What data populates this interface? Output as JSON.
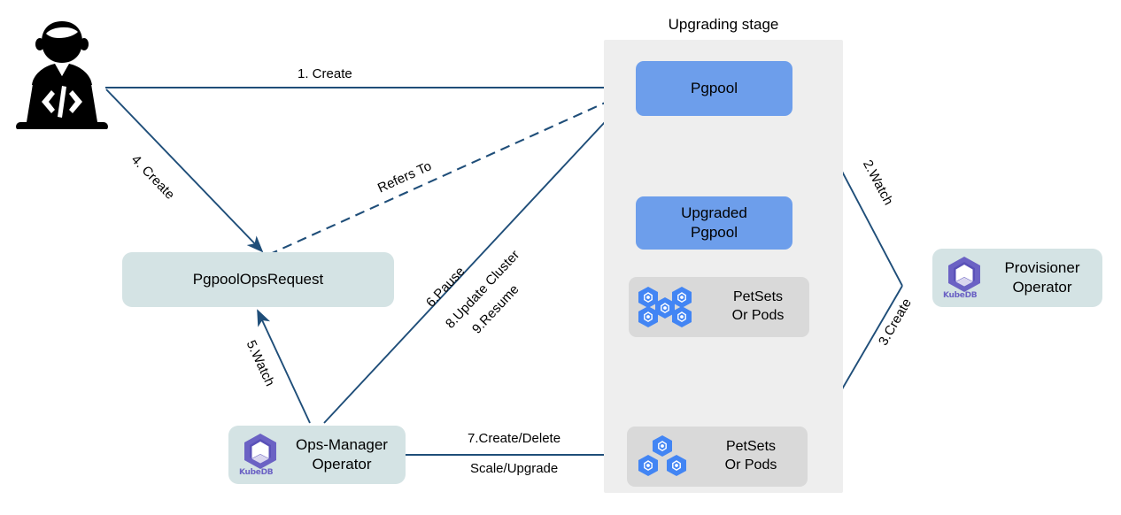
{
  "diagram": {
    "title_visible": false,
    "stage": {
      "label": "Upgrading stage",
      "bg_color": "#eeeeee"
    },
    "colors": {
      "blue_node": "#6d9eeb",
      "teal_node": "#d4e3e4",
      "pods_node": "#d9d9d9",
      "edge": "#1f4e79",
      "grey_arrow": "#666666",
      "kubedb_purple": "#6b62c4"
    },
    "nodes": [
      {
        "id": "developer",
        "label": "",
        "icon": "developer-laptop-icon",
        "type": "icon"
      },
      {
        "id": "pgpool",
        "label": "Pgpool",
        "type": "blue"
      },
      {
        "id": "upgraded_pgpool",
        "label": "Upgraded\nPgpool",
        "line1": "Upgraded",
        "line2": "Pgpool",
        "type": "blue"
      },
      {
        "id": "pgpoolopsrequest",
        "label": "PgpoolOpsRequest",
        "type": "teal"
      },
      {
        "id": "provisioner_operator",
        "line1": "Provisioner",
        "line2": "Operator",
        "logo": "kubedb-logo-icon",
        "logo_text": "KubeDB",
        "type": "teal-operator"
      },
      {
        "id": "ops_manager_operator",
        "line1": "Ops-Manager",
        "line2": "Operator",
        "logo": "kubedb-logo-icon",
        "logo_text": "KubeDB",
        "type": "teal-operator"
      },
      {
        "id": "petsets_upper",
        "line1": "PetSets",
        "line2": "Or Pods",
        "pod_count": 5,
        "type": "pods"
      },
      {
        "id": "petsets_lower",
        "line1": "PetSets",
        "line2": "Or Pods",
        "pod_count": 3,
        "type": "pods"
      }
    ],
    "edges": [
      {
        "id": "e1",
        "label": "1. Create",
        "from": "developer",
        "to": "pgpool",
        "style": "solid"
      },
      {
        "id": "e2",
        "label": "2.Watch",
        "from": "provisioner_operator",
        "to": "pgpool",
        "style": "solid"
      },
      {
        "id": "e3",
        "label": "3.Create",
        "from": "provisioner_operator",
        "to": "petsets_lower",
        "style": "solid"
      },
      {
        "id": "e4",
        "label": "4. Create",
        "from": "developer",
        "to": "pgpoolopsrequest",
        "style": "solid"
      },
      {
        "id": "e5",
        "label": "5.Watch",
        "from": "ops_manager_operator",
        "to": "pgpoolopsrequest",
        "style": "solid"
      },
      {
        "id": "e6",
        "label": "6.Pause",
        "from": "ops_manager_operator",
        "to": "pgpool",
        "style": "solid"
      },
      {
        "id": "e8",
        "label": "8.Update Cluster",
        "from": "ops_manager_operator",
        "to": "pgpool",
        "style": "solid"
      },
      {
        "id": "e9",
        "label": "9.Resume",
        "from": "ops_manager_operator",
        "to": "pgpool",
        "style": "solid"
      },
      {
        "id": "e7a",
        "label": "7.Create/Delete",
        "from": "ops_manager_operator",
        "to": "petsets_lower",
        "style": "solid"
      },
      {
        "id": "e7b",
        "label": "Scale/Upgrade",
        "from": "ops_manager_operator",
        "to": "petsets_lower",
        "style": "solid"
      },
      {
        "id": "eref",
        "label": "Refers To",
        "from": "pgpoolopsrequest",
        "to": "pgpool",
        "style": "dashed"
      },
      {
        "id": "eupg",
        "label": "",
        "from": "pgpool",
        "to": "upgraded_pgpool",
        "style": "thick-grey"
      },
      {
        "id": "epods",
        "label": "",
        "from": "petsets_lower",
        "to": "petsets_upper",
        "style": "thick-grey"
      }
    ]
  }
}
